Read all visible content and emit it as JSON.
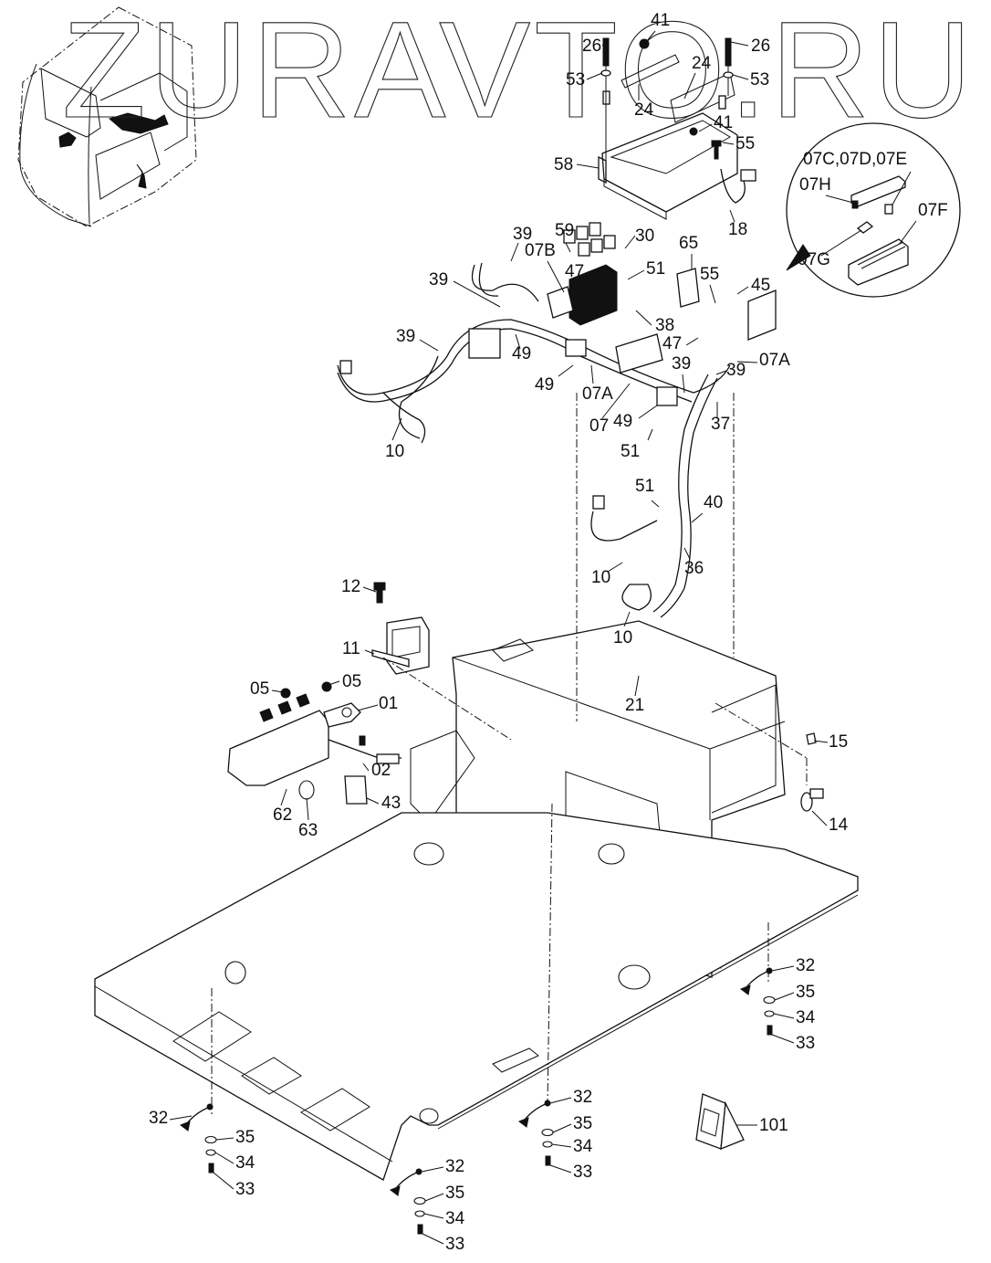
{
  "watermark": "ZURAVTO.RU",
  "diagram": {
    "title": "Cab electrical harness and floor plate – exploded parts view",
    "inset_detail": {
      "labels": [
        "07C,07D,07E",
        "07H",
        "07G",
        "07F"
      ]
    },
    "callouts": [
      {
        "id": "c41a",
        "label": "41"
      },
      {
        "id": "c26a",
        "label": "26"
      },
      {
        "id": "c26b",
        "label": "26"
      },
      {
        "id": "c53a",
        "label": "53"
      },
      {
        "id": "c53b",
        "label": "53"
      },
      {
        "id": "c24a",
        "label": "24"
      },
      {
        "id": "c24b",
        "label": "24"
      },
      {
        "id": "c41b",
        "label": "41"
      },
      {
        "id": "c55a",
        "label": "55"
      },
      {
        "id": "c58",
        "label": "58"
      },
      {
        "id": "c18",
        "label": "18"
      },
      {
        "id": "c59",
        "label": "59"
      },
      {
        "id": "c30",
        "label": "30"
      },
      {
        "id": "c65",
        "label": "65"
      },
      {
        "id": "c39a",
        "label": "39"
      },
      {
        "id": "c07b",
        "label": "07B"
      },
      {
        "id": "c47a",
        "label": "47"
      },
      {
        "id": "c51a",
        "label": "51"
      },
      {
        "id": "c55b",
        "label": "55"
      },
      {
        "id": "c45",
        "label": "45"
      },
      {
        "id": "c39b",
        "label": "39"
      },
      {
        "id": "c38",
        "label": "38"
      },
      {
        "id": "c47b",
        "label": "47"
      },
      {
        "id": "c39c",
        "label": "39"
      },
      {
        "id": "c49a",
        "label": "49"
      },
      {
        "id": "c07a1",
        "label": "07A"
      },
      {
        "id": "c39d",
        "label": "39"
      },
      {
        "id": "c39e",
        "label": "39"
      },
      {
        "id": "c49b",
        "label": "49"
      },
      {
        "id": "c07a2",
        "label": "07A"
      },
      {
        "id": "c07",
        "label": "07"
      },
      {
        "id": "c49c",
        "label": "49"
      },
      {
        "id": "c37",
        "label": "37"
      },
      {
        "id": "c51b",
        "label": "51"
      },
      {
        "id": "c10a",
        "label": "10"
      },
      {
        "id": "c51c",
        "label": "51"
      },
      {
        "id": "c40",
        "label": "40"
      },
      {
        "id": "c36",
        "label": "36"
      },
      {
        "id": "c10b",
        "label": "10"
      },
      {
        "id": "c10c",
        "label": "10"
      },
      {
        "id": "c12",
        "label": "12"
      },
      {
        "id": "c11",
        "label": "11"
      },
      {
        "id": "c21",
        "label": "21"
      },
      {
        "id": "c05a",
        "label": "05"
      },
      {
        "id": "c05b",
        "label": "05"
      },
      {
        "id": "c01",
        "label": "01"
      },
      {
        "id": "c02",
        "label": "02"
      },
      {
        "id": "c15",
        "label": "15"
      },
      {
        "id": "c62",
        "label": "62"
      },
      {
        "id": "c63",
        "label": "63"
      },
      {
        "id": "c43",
        "label": "43"
      },
      {
        "id": "c14",
        "label": "14"
      },
      {
        "id": "c32a",
        "label": "32"
      },
      {
        "id": "c35a",
        "label": "35"
      },
      {
        "id": "c34a",
        "label": "34"
      },
      {
        "id": "c33a",
        "label": "33"
      },
      {
        "id": "c32b",
        "label": "32"
      },
      {
        "id": "c35b",
        "label": "35"
      },
      {
        "id": "c34b",
        "label": "34"
      },
      {
        "id": "c33b",
        "label": "33"
      },
      {
        "id": "c101",
        "label": "101"
      },
      {
        "id": "c32c",
        "label": "32"
      },
      {
        "id": "c35c",
        "label": "35"
      },
      {
        "id": "c34c",
        "label": "34"
      },
      {
        "id": "c33c",
        "label": "33"
      },
      {
        "id": "c32d",
        "label": "32"
      },
      {
        "id": "c35d",
        "label": "35"
      },
      {
        "id": "c34d",
        "label": "34"
      },
      {
        "id": "c33d",
        "label": "33"
      }
    ]
  }
}
